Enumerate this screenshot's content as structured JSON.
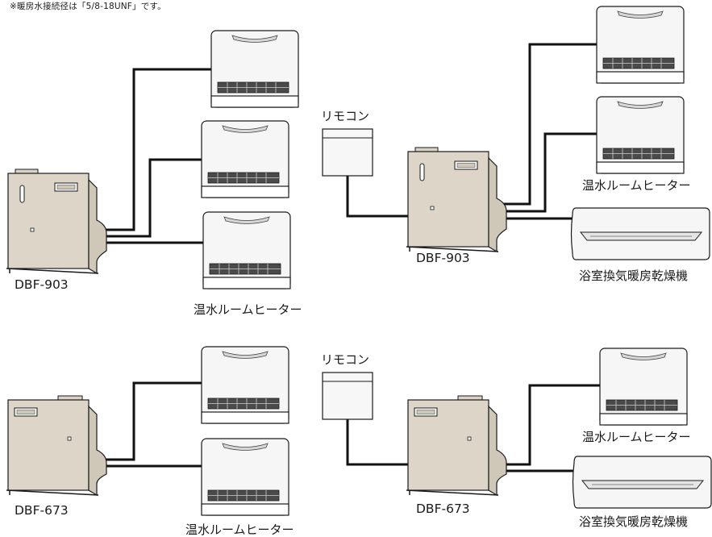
{
  "note": "※暖房水接続径は「5/8-18UNF」です。",
  "remote_label": "リモコン",
  "heater_label": "温水ルームヒーター",
  "bath_dryer_label": "浴室換気暖房乾燥機",
  "systems": [
    {
      "model": "DBF-903",
      "remote": false,
      "outputs": [
        "温水ルームヒーター",
        "温水ルームヒーター",
        "温水ルームヒーター"
      ]
    },
    {
      "model": "DBF-903",
      "remote": true,
      "outputs": [
        "温水ルームヒーター",
        "温水ルームヒーター",
        "浴室換気暖房乾燥機"
      ]
    },
    {
      "model": "DBF-673",
      "remote": false,
      "outputs": [
        "温水ルームヒーター",
        "温水ルームヒーター"
      ]
    },
    {
      "model": "DBF-673",
      "remote": true,
      "outputs": [
        "温水ルームヒーター",
        "浴室換気暖房乾燥機"
      ]
    }
  ]
}
